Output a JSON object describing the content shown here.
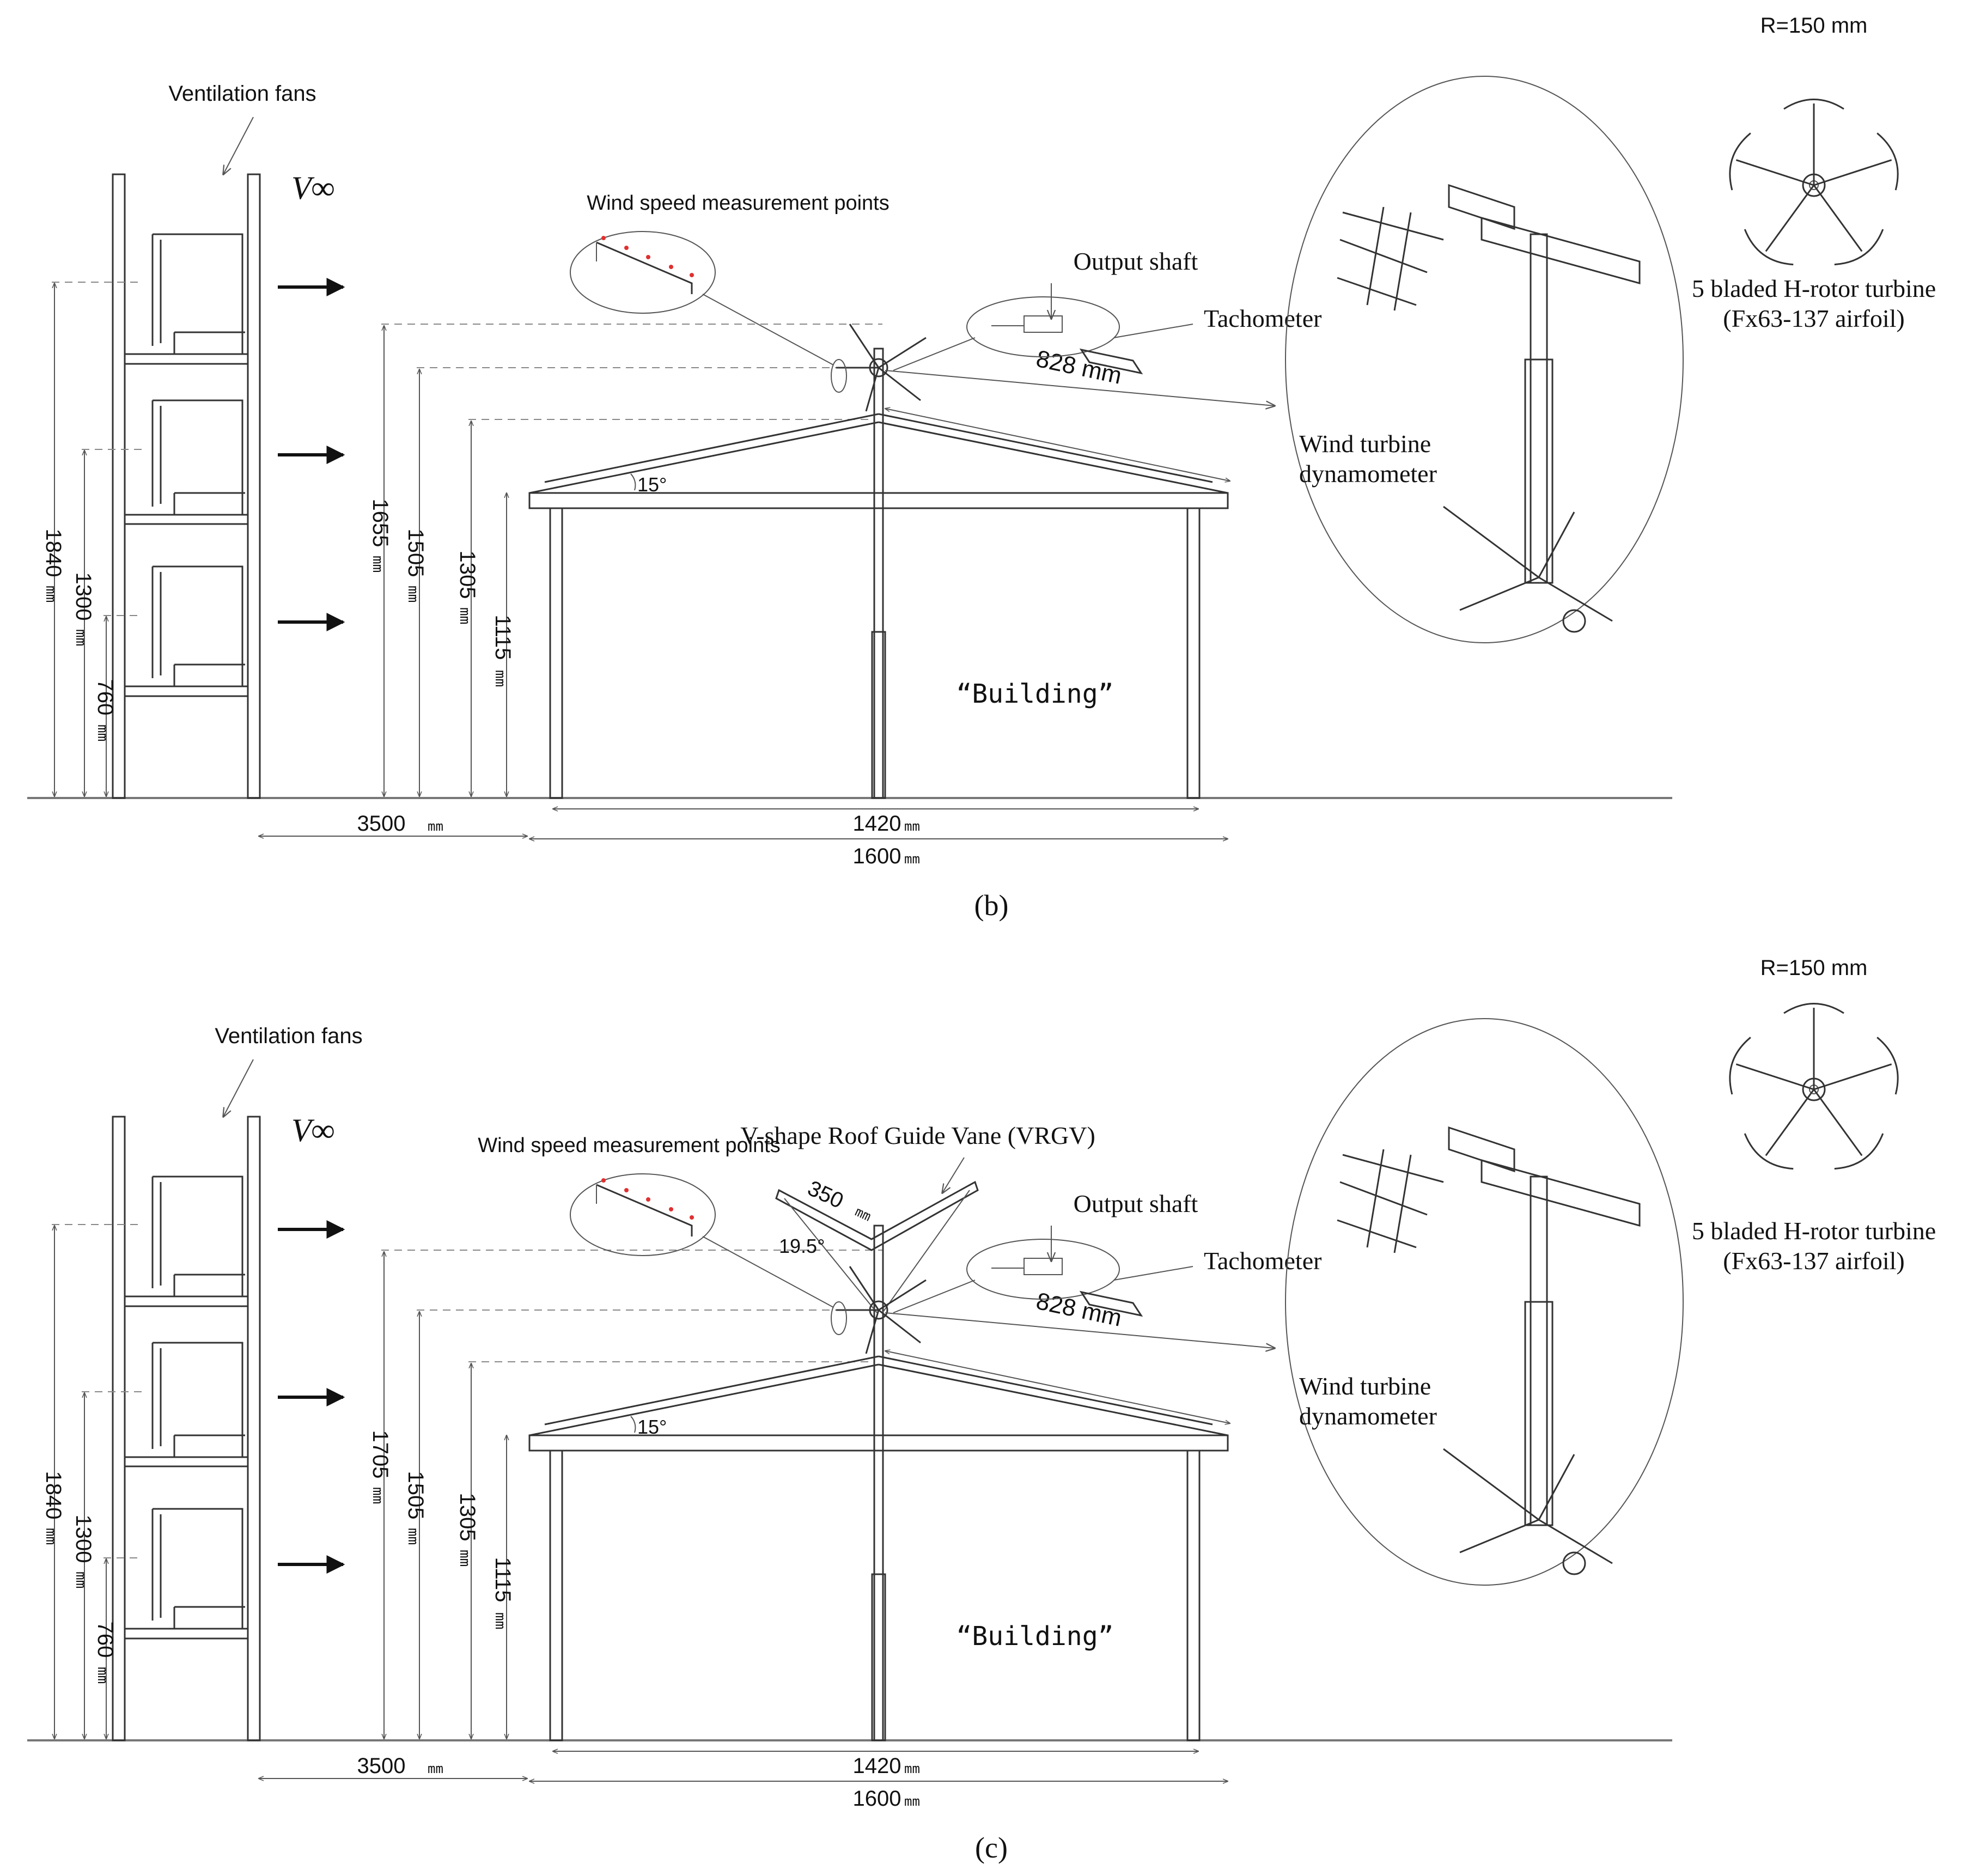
{
  "panels": [
    {
      "id": "b",
      "caption": "(b)",
      "ventilation_fans": "Ventilation fans",
      "v_inf": "V∞",
      "measure_points": "Wind speed measurement points",
      "output_shaft": "Output shaft",
      "tachometer": "Tachometer",
      "roof_length": "828 mm",
      "roof_angle": "15°",
      "building": "“Building”",
      "dynamometer_line1": "Wind turbine",
      "dynamometer_line2": "dynamometer",
      "rotor_radius": "R=150 mm",
      "rotor_line1": "5 bladed H-rotor turbine",
      "rotor_line2": "(Fx63-137 airfoil)",
      "dims": {
        "fan_total": "1840",
        "fan_mid": "1300",
        "fan_low": "760",
        "turbine_top": "1655",
        "hub": "1505",
        "ridge": "1305",
        "eave": "1115",
        "distance": "3500",
        "inner_width": "1420",
        "outer_width": "1600",
        "unit": "mm"
      }
    },
    {
      "id": "c",
      "caption": "(c)",
      "ventilation_fans": "Ventilation fans",
      "v_inf": "V∞",
      "measure_points": "Wind speed measurement points",
      "vane_label": "V-shape Roof  Guide Vane (VRGV)",
      "vane_length": "350",
      "vane_angle": "19.5°",
      "output_shaft": "Output shaft",
      "tachometer": "Tachometer",
      "roof_length": "828 mm",
      "roof_angle": "15°",
      "building": "“Building”",
      "dynamometer_line1": "Wind turbine",
      "dynamometer_line2": "dynamometer",
      "rotor_radius": "R=150 mm",
      "rotor_line1": "5 bladed H-rotor turbine",
      "rotor_line2": "(Fx63-137 airfoil)",
      "dims": {
        "fan_total": "1840",
        "fan_mid": "1300",
        "fan_low": "760",
        "turbine_top": "1705",
        "hub": "1505",
        "ridge": "1305",
        "eave": "1115",
        "distance": "3500",
        "inner_width": "1420",
        "outer_width": "1600",
        "unit": "mm"
      }
    }
  ],
  "colors": {
    "line": "#333333",
    "dimension": "#888888",
    "measure_point": "#e03030"
  }
}
